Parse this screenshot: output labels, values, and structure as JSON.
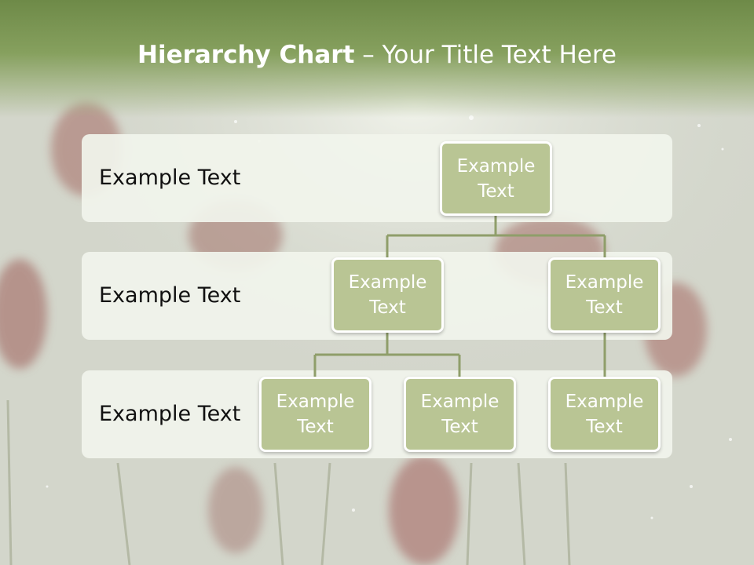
{
  "slide": {
    "title_bold": "Hierarchy Chart",
    "title_rest": " – Your Title Text Here"
  },
  "colors": {
    "header": "#7d9752",
    "band": "#f1f4ec",
    "node_fill": "#b9c594",
    "node_border": "#ffffff",
    "connector": "#8f9e6a"
  },
  "bands": [
    {
      "label": "Example Text"
    },
    {
      "label": "Example Text"
    },
    {
      "label": "Example Text"
    }
  ],
  "nodes": {
    "root": "Example Text",
    "level2_left": "Example Text",
    "level2_right": "Example Text",
    "level3_left": "Example Text",
    "level3_middle": "Example Text",
    "level3_right": "Example Text"
  }
}
